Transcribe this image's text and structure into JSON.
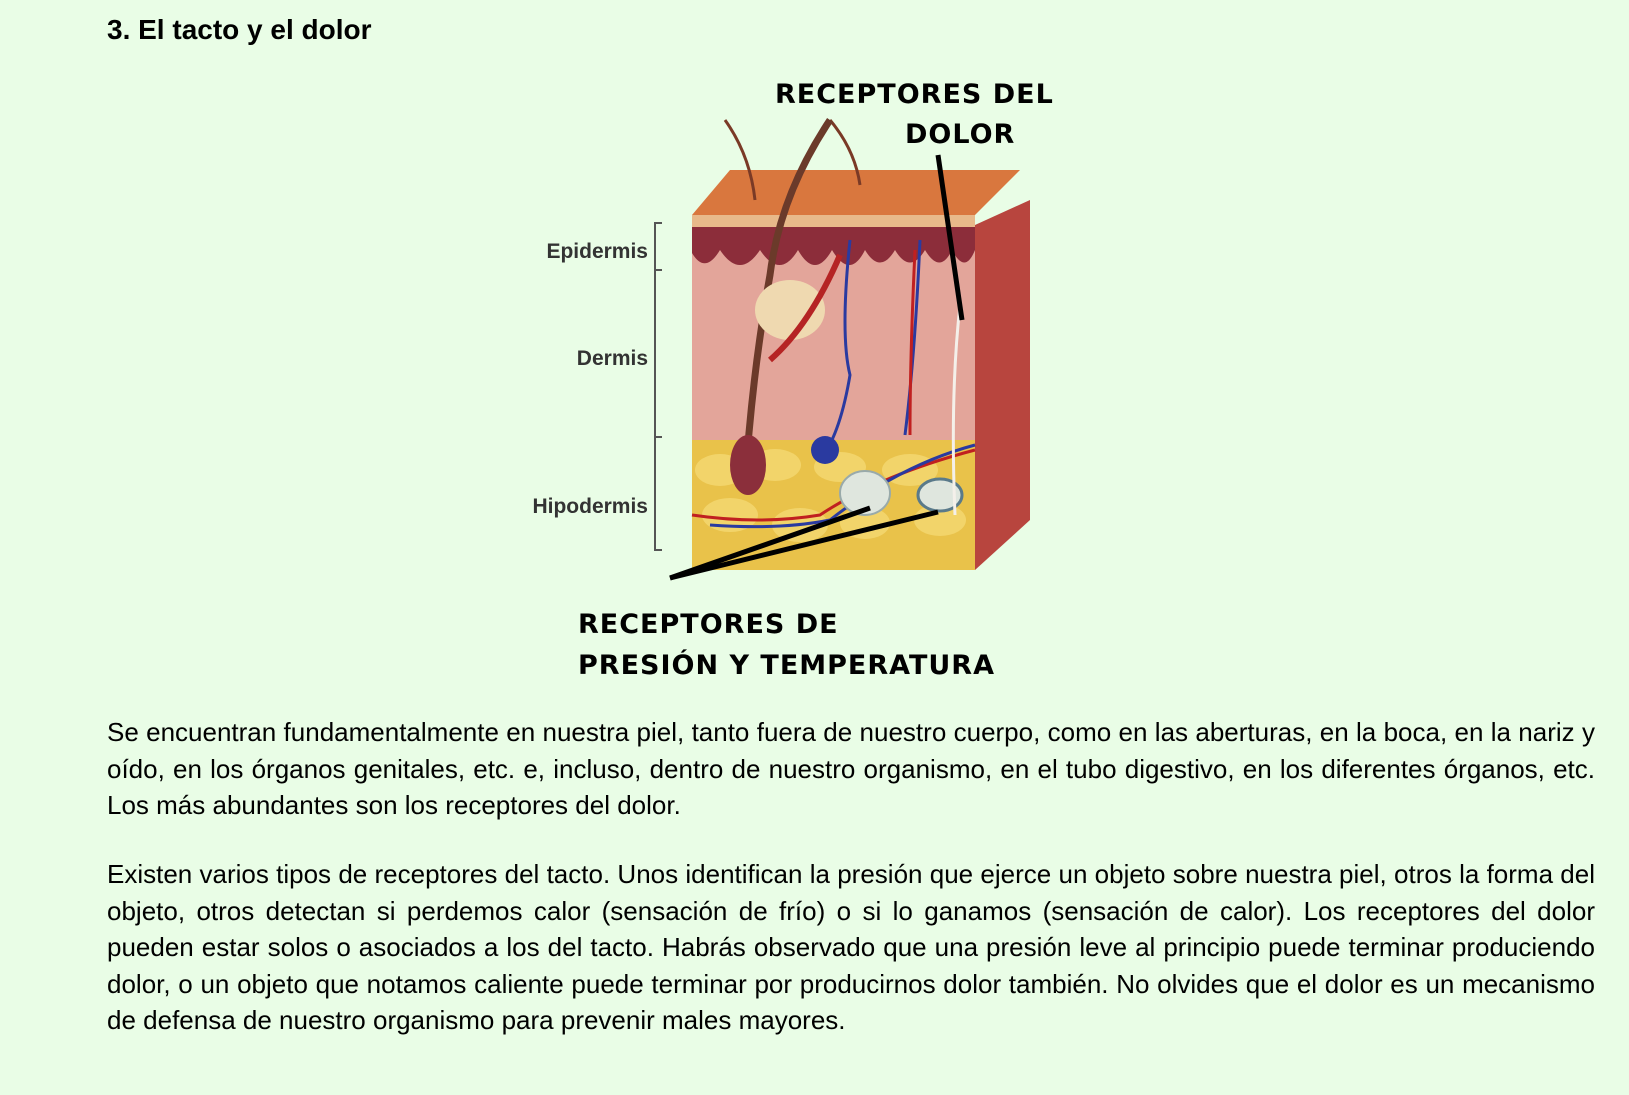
{
  "title": "3. El tacto y el dolor",
  "figure": {
    "label_pain_line1": "RECEPTORES DEL",
    "label_pain_line2": "DOLOR",
    "label_pressure_line1": "RECEPTORES DE",
    "label_pressure_line2": "PRESIÓN Y TEMPERATURA",
    "layers": [
      "Epidermis",
      "Dermis",
      "Hipodermis"
    ]
  },
  "paragraphs": [
    "Se encuentran fundamentalmente en nuestra piel, tanto fuera de nuestro cuerpo, como en las aberturas, en la boca, en la nariz y oído, en los órganos genitales, etc. e, incluso, dentro de nuestro organismo, en el tubo digestivo, en los diferentes órganos, etc. Los más abundantes son los receptores del dolor.",
    "Existen varios tipos de receptores del tacto. Unos identifican la presión que ejerce un objeto sobre nuestra piel, otros la forma del objeto, otros detectan si perdemos calor (sensación de frío) o si lo ganamos (sensación de calor). Los receptores del dolor pueden estar solos o asociados a los del tacto. Habrás observado que una presión leve al principio puede terminar produciendo dolor, o un objeto que notamos caliente puede terminar por producirnos dolor también. No olvides que el dolor es un mecanismo de defensa de nuestro organismo para prevenir males mayores."
  ]
}
